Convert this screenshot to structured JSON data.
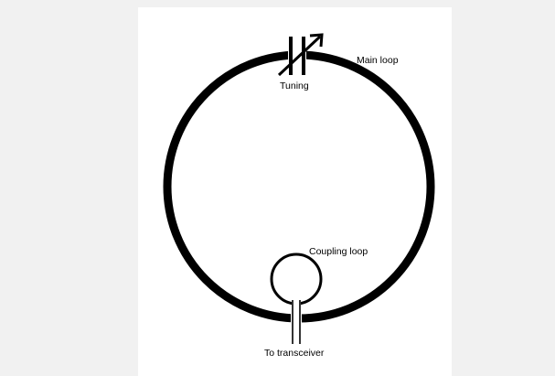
{
  "diagram": {
    "labels": {
      "tuning": "Tuning",
      "main_loop": "Main loop",
      "coupling_loop": "Coupling loop",
      "to_transceiver": "To transceiver"
    },
    "components": {
      "main_loop": "circle",
      "tuning": "variable-capacitor",
      "coupling_loop": "circle",
      "feed_line": "two-wire-line"
    },
    "colors": {
      "background": "#f1f1f1",
      "canvas": "#ffffff",
      "ink": "#000000"
    }
  }
}
